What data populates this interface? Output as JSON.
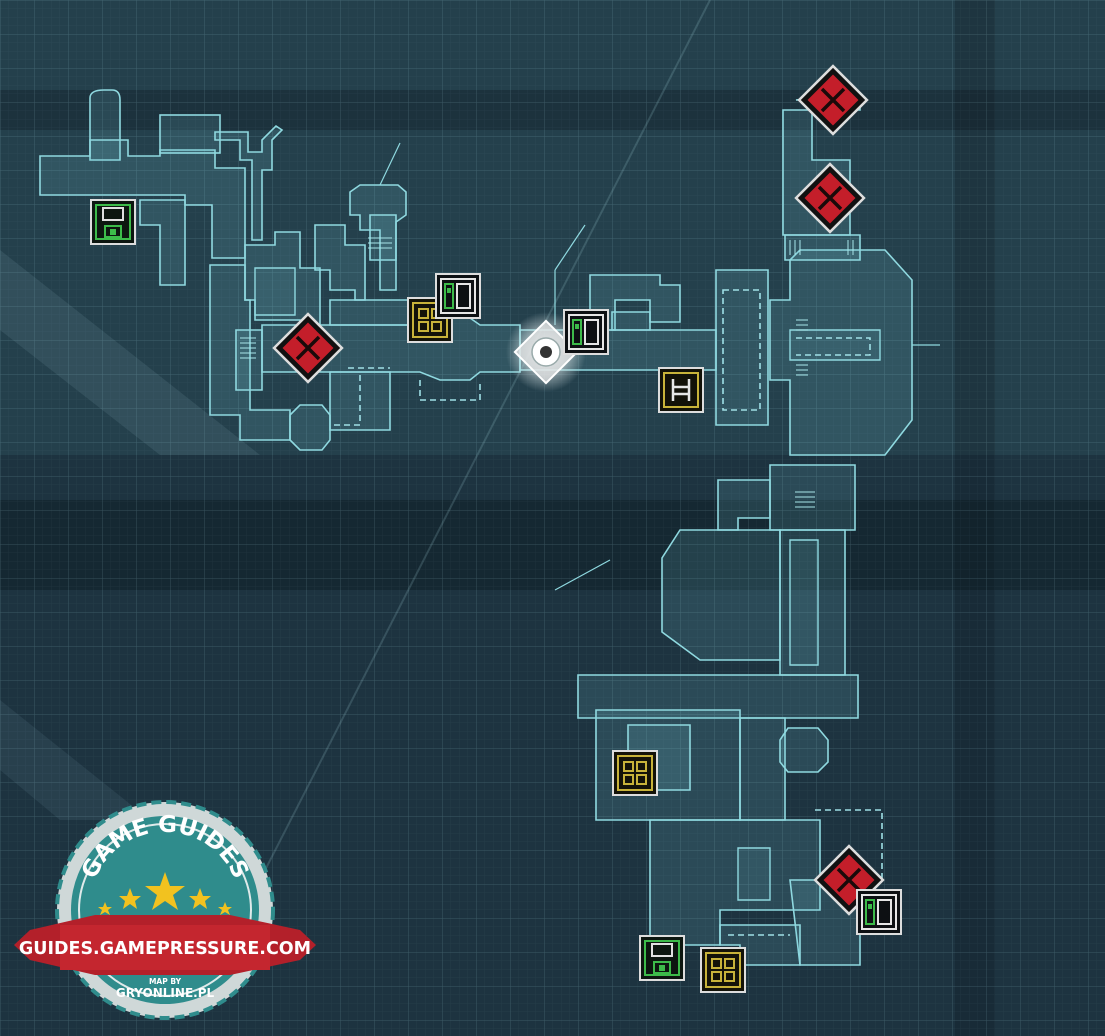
{
  "watermark": {
    "title": "GAME GUIDES",
    "site": "GUIDES.GAMEPRESSURE.COM",
    "map_by": "MAP BY",
    "credit": "GRYONLINE.PL"
  },
  "colors": {
    "background": "#1d3340",
    "outline": "#8fd9e0",
    "enemy": "#c41e2a",
    "save": "#3dbb4a",
    "upgrade": "#c8b33a",
    "badge_teal": "#2f8c8c",
    "ribbon_red": "#b3202a"
  },
  "markers": [
    {
      "type": "save-station",
      "icon": "floppy-disk-icon"
    },
    {
      "type": "enemy",
      "icon": "x-icon"
    },
    {
      "type": "upgrade",
      "icon": "grid-icon"
    },
    {
      "type": "terminal",
      "icon": "terminal-icon"
    },
    {
      "type": "elevator",
      "icon": "elevator-icon"
    },
    {
      "type": "player",
      "icon": "player-position-icon"
    },
    {
      "type": "terminal",
      "icon": "terminal-icon"
    },
    {
      "type": "enemy",
      "icon": "x-icon"
    },
    {
      "type": "enemy",
      "icon": "x-icon"
    },
    {
      "type": "upgrade",
      "icon": "grid-icon"
    },
    {
      "type": "enemy",
      "icon": "x-icon"
    },
    {
      "type": "terminal",
      "icon": "terminal-icon"
    },
    {
      "type": "save-station",
      "icon": "floppy-disk-icon"
    },
    {
      "type": "upgrade",
      "icon": "grid-icon"
    }
  ]
}
